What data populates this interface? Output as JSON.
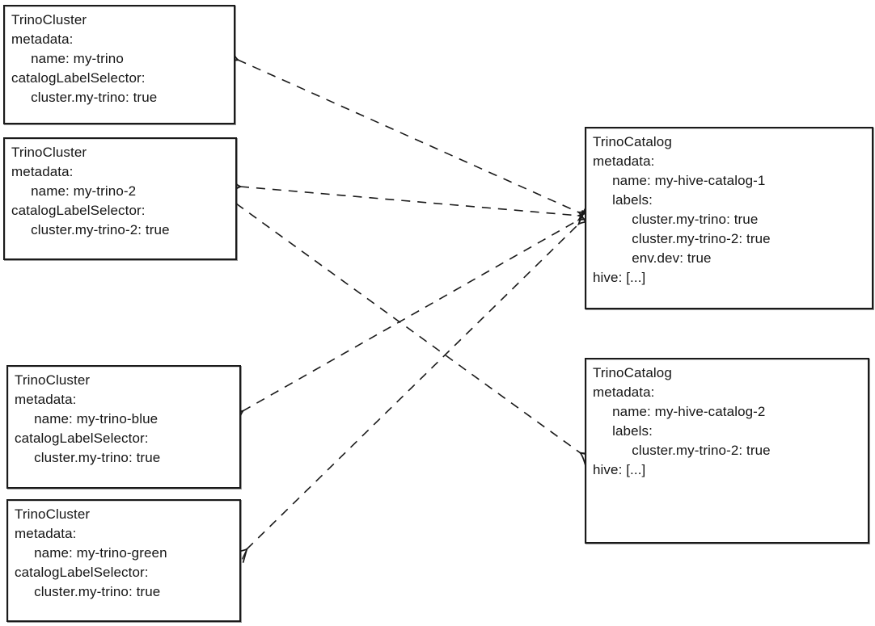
{
  "diagram": {
    "background_color": "#ffffff",
    "stroke_color": "#1a1a1a",
    "edge_style": "dashed, arrowheads on both ends",
    "nodes": [
      {
        "id": "cluster-1",
        "kind": "TrinoCluster",
        "lines": [
          "TrinoCluster",
          "metadata:",
          "     name: my-trino",
          "catalogLabelSelector:",
          "     cluster.my-trino: true"
        ]
      },
      {
        "id": "cluster-2",
        "kind": "TrinoCluster",
        "lines": [
          "TrinoCluster",
          "metadata:",
          "     name: my-trino-2",
          "catalogLabelSelector:",
          "     cluster.my-trino-2: true"
        ]
      },
      {
        "id": "cluster-3",
        "kind": "TrinoCluster",
        "lines": [
          "TrinoCluster",
          "metadata:",
          "     name: my-trino-blue",
          "catalogLabelSelector:",
          "     cluster.my-trino: true"
        ]
      },
      {
        "id": "cluster-4",
        "kind": "TrinoCluster",
        "lines": [
          "TrinoCluster",
          "metadata:",
          "     name: my-trino-green",
          "catalogLabelSelector:",
          "     cluster.my-trino: true"
        ]
      },
      {
        "id": "catalog-1",
        "kind": "TrinoCatalog",
        "lines": [
          "TrinoCatalog",
          "metadata:",
          "     name: my-hive-catalog-1",
          "     labels:",
          "          cluster.my-trino: true",
          "          cluster.my-trino-2: true",
          "          env.dev: true",
          "hive: [...]"
        ]
      },
      {
        "id": "catalog-2",
        "kind": "TrinoCatalog",
        "lines": [
          "TrinoCatalog",
          "metadata:",
          "     name: my-hive-catalog-2",
          "     labels:",
          "          cluster.my-trino-2: true",
          "hive: [...]"
        ]
      }
    ],
    "edges": [
      {
        "from": "my-hive-catalog-1",
        "to": "my-trino",
        "type": "dashed-double-arrow"
      },
      {
        "from": "my-hive-catalog-1",
        "to": "my-trino-2",
        "type": "dashed-double-arrow"
      },
      {
        "from": "my-hive-catalog-1",
        "to": "my-trino-blue",
        "type": "dashed-double-arrow"
      },
      {
        "from": "my-hive-catalog-1",
        "to": "my-trino-green",
        "type": "dashed-double-arrow"
      },
      {
        "from": "my-hive-catalog-2",
        "to": "my-trino-2",
        "type": "dashed-double-arrow"
      }
    ]
  }
}
